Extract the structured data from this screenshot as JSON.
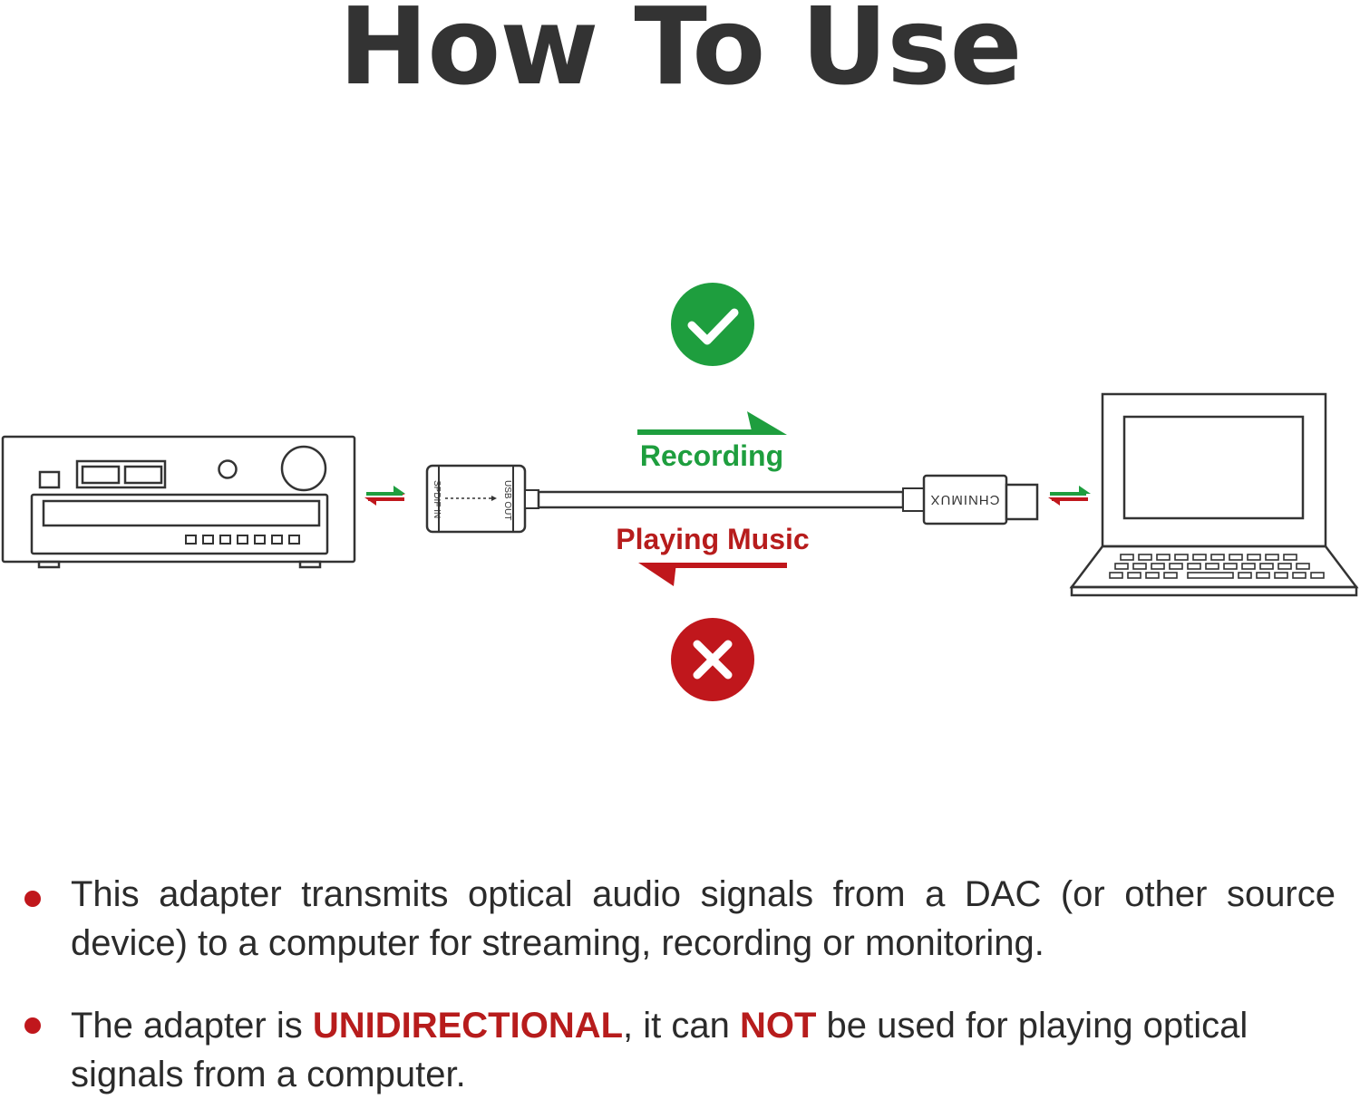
{
  "title": "How To Use",
  "adapter": {
    "left_label": "SPDIF IN",
    "right_label": "USB OUT"
  },
  "plug": {
    "brand": "CHNIMUX"
  },
  "recording_label": "Recording",
  "playing_label": "Playing Music",
  "icons": {
    "ok": "check-circle-icon",
    "no": "x-circle-icon"
  },
  "colors": {
    "green": "#1e9e3e",
    "red": "#c0171c",
    "ink": "#333333"
  },
  "bullets": {
    "b1": "This adapter transmits optical audio signals from a DAC (or other source device) to a computer for streaming, recording or monitoring.",
    "b2_pre": "The adapter is ",
    "b2_hl1": "UNIDIRECTIONAL",
    "b2_mid": ", it can ",
    "b2_hl2": "NOT",
    "b2_post": " be used for playing optical signals from a computer."
  }
}
